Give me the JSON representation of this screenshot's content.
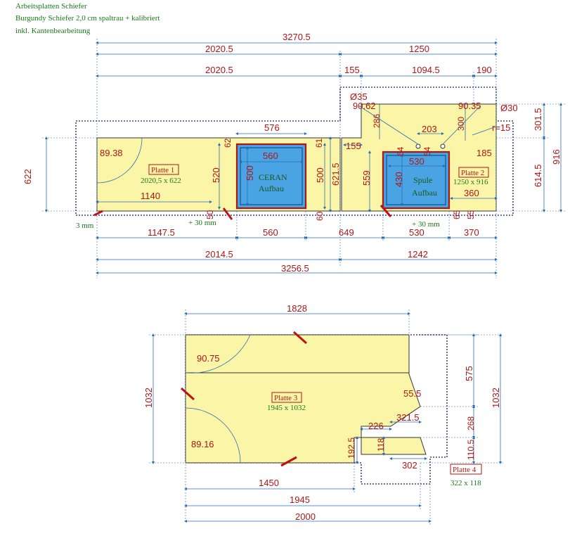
{
  "header": {
    "line1": "Arbeitsplatten Schiefer",
    "line2": "Burgundy Schiefer 2,0 cm spaltrau + kalibriert",
    "line3": "inkl. Kantenbearbeitung"
  },
  "top": {
    "dims": {
      "total_top": "3270.5",
      "left_top": "2020.5",
      "right_top": "1250",
      "left_second": "2020.5",
      "d155": "155",
      "d1094": "1094.5",
      "d190": "190",
      "d576": "576",
      "d560_in": "560",
      "d500_a": "500",
      "d520": "520",
      "d62": "62",
      "d61": "61",
      "d500_b": "500",
      "d621": "621.5",
      "d155b": "155",
      "d559": "559",
      "d35dia": "Ø35",
      "d9062": "90.62",
      "d286": "286",
      "d203": "203",
      "d300": "300",
      "d9035": "90.35",
      "d30dia": "Ø30",
      "r15": "r=15",
      "d3015": "301.5",
      "d916": "916",
      "d6145": "614.5",
      "d185": "185",
      "d530_in": "530",
      "d430": "430",
      "d64": "64",
      "d54": "54",
      "d360": "360",
      "d622": "622",
      "d1140": "1140",
      "d8938": "89.38",
      "d50a": "50",
      "d60": "60",
      "d65": "65",
      "d55": "55",
      "bot_1147": "1147.5",
      "bot_560": "560",
      "bot_649": "649",
      "bot_530": "530",
      "bot_370": "370",
      "bot_2014": "2014.5",
      "bot_1242": "1242",
      "bot_3256": "3256.5"
    },
    "cutouts": {
      "ceran_line1": "CERAN",
      "ceran_line2": "Aufbau",
      "spule_line1": "Spule",
      "spule_line2": "Aufbau"
    },
    "plates": {
      "p1_label": "Platte 1",
      "p1_size": "2020,5 x 622",
      "p2_label": "Platte 2",
      "p2_size": "1250 x 916"
    },
    "notes": {
      "mm3": "3 mm",
      "plus30a": "+ 30 mm",
      "plus30b": "+ 30 mm"
    }
  },
  "bottom": {
    "dims": {
      "d1828": "1828",
      "d1032_l": "1032",
      "d9075": "90.75",
      "d8916": "89.16",
      "d555": "55.5",
      "d226": "226",
      "d3215": "321.5",
      "d1925": "192.5",
      "d118": "118",
      "d302": "302",
      "d575": "575",
      "d268": "268",
      "d1105": "110.5",
      "d1032_r": "1032",
      "d1450": "1450",
      "d1945": "1945",
      "d2000": "2000"
    },
    "plates": {
      "p3_label": "Platte 3",
      "p3_size": "1945 x 1032",
      "p4_label": "Platte 4",
      "p4_size": "322 x 118"
    }
  },
  "colors": {
    "slab": "#fbf5a8",
    "cutout": "#4aa3e3",
    "dimension_text": "#b01515",
    "dimension_line": "#2a6db5",
    "label_text": "#1a7a1a"
  }
}
